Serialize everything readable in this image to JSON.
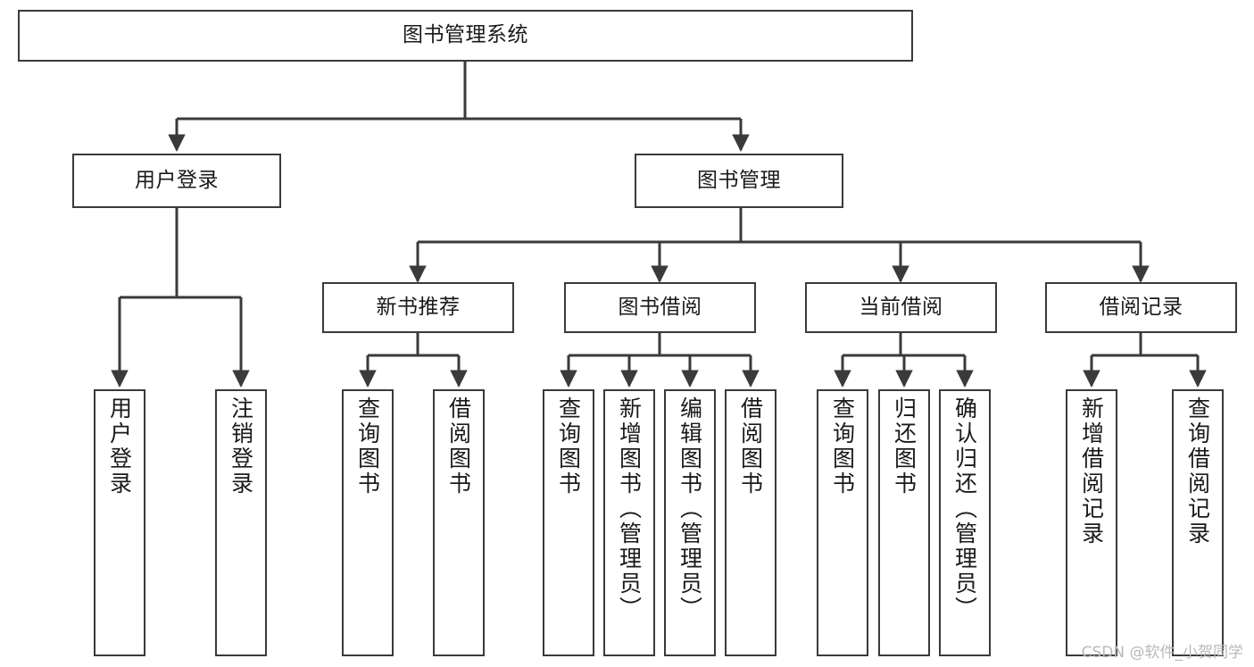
{
  "diagram": {
    "title": "图书管理系统",
    "watermark": "CSDN @软件_小贺同学",
    "colors": {
      "stroke": "#3a3a3a",
      "fill": "#ffffff",
      "text": "#1a1a1a",
      "watermark": "#b9b9b9"
    },
    "root": {
      "label": "图书管理系统"
    },
    "level2": [
      {
        "label": "用户登录"
      },
      {
        "label": "图书管理"
      }
    ],
    "level3": [
      {
        "label": "新书推荐"
      },
      {
        "label": "图书借阅"
      },
      {
        "label": "当前借阅"
      },
      {
        "label": "借阅记录"
      }
    ],
    "leaves": {
      "user_login": [
        {
          "label": "用户登录"
        },
        {
          "label": "注销登录"
        }
      ],
      "new_book_rec": [
        {
          "label": "查询图书"
        },
        {
          "label": "借阅图书"
        }
      ],
      "book_borrow": [
        {
          "label": "查询图书"
        },
        {
          "label": "新增图书（管理员）"
        },
        {
          "label": "编辑图书（管理员）"
        },
        {
          "label": "借阅图书"
        }
      ],
      "current_borrow": [
        {
          "label": "查询图书"
        },
        {
          "label": "归还图书"
        },
        {
          "label": "确认归还（管理员）"
        }
      ],
      "borrow_record": [
        {
          "label": "新增借阅记录"
        },
        {
          "label": "查询借阅记录"
        }
      ]
    }
  }
}
